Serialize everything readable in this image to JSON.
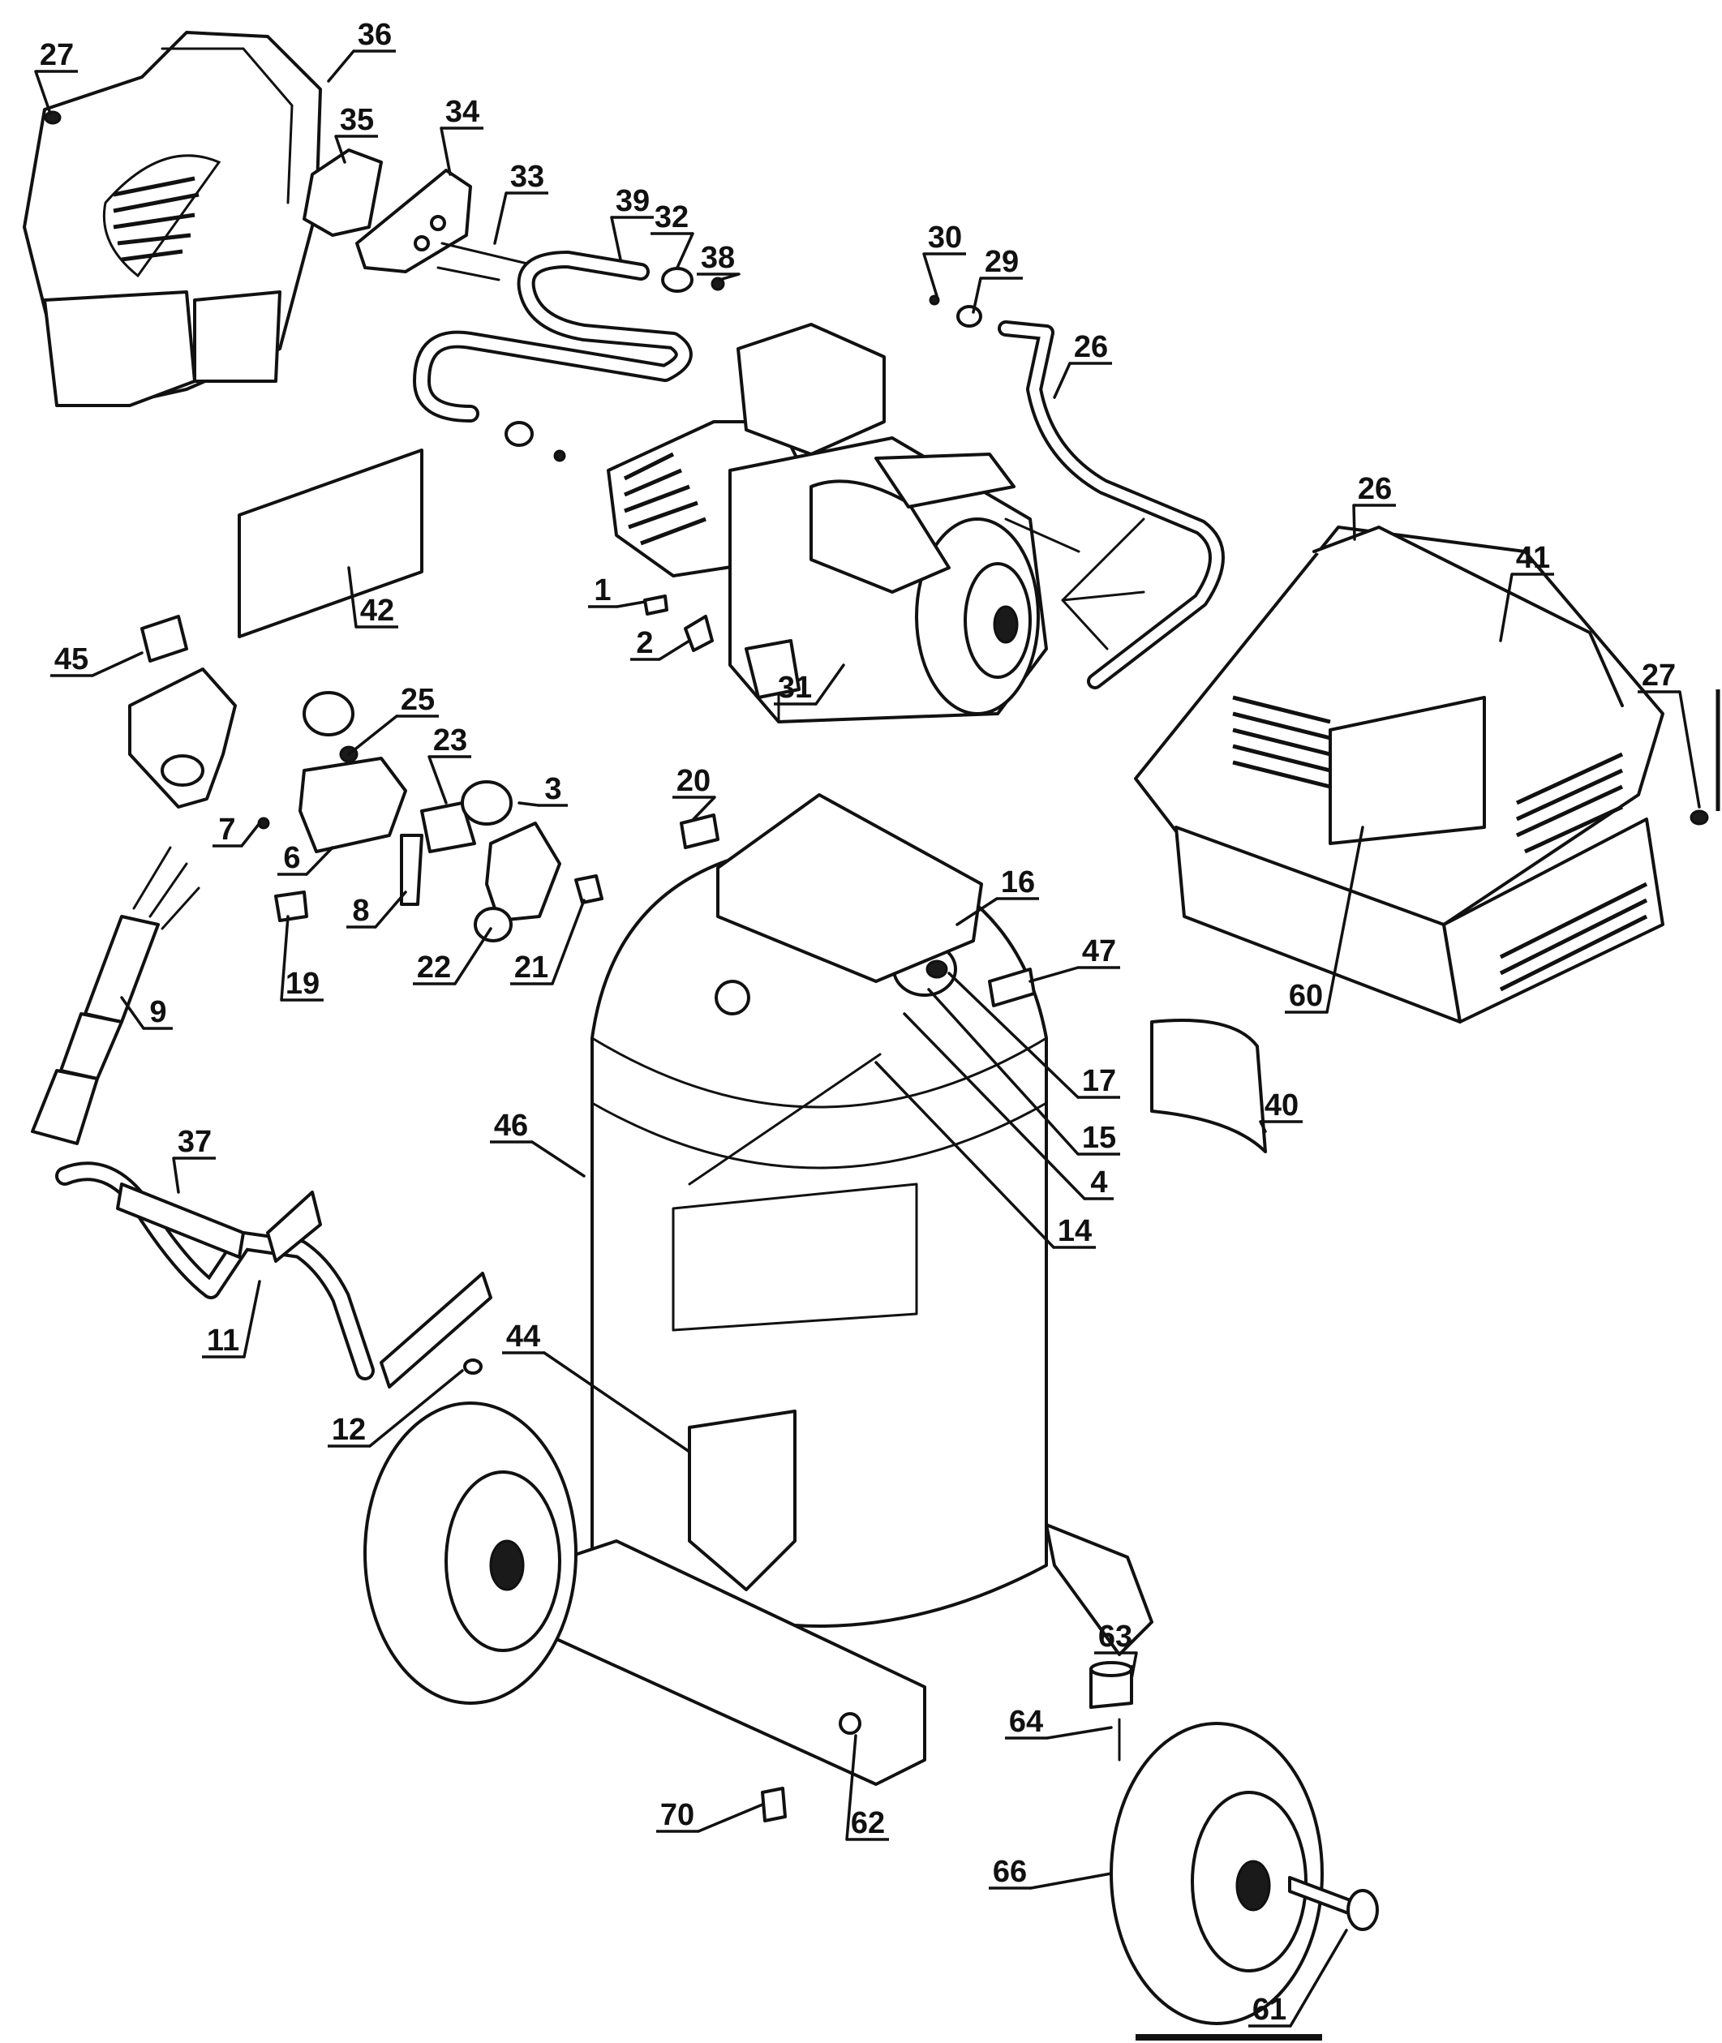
{
  "diagram": {
    "callouts": [
      {
        "id": "27-top",
        "label": "27"
      },
      {
        "id": "36",
        "label": "36"
      },
      {
        "id": "35",
        "label": "35"
      },
      {
        "id": "34",
        "label": "34"
      },
      {
        "id": "33",
        "label": "33"
      },
      {
        "id": "39",
        "label": "39"
      },
      {
        "id": "32",
        "label": "32"
      },
      {
        "id": "38",
        "label": "38"
      },
      {
        "id": "30",
        "label": "30"
      },
      {
        "id": "29",
        "label": "29"
      },
      {
        "id": "26-hose",
        "label": "26"
      },
      {
        "id": "26-shroud",
        "label": "26"
      },
      {
        "id": "41",
        "label": "41"
      },
      {
        "id": "27-right",
        "label": "27"
      },
      {
        "id": "42",
        "label": "42"
      },
      {
        "id": "1",
        "label": "1"
      },
      {
        "id": "2",
        "label": "2"
      },
      {
        "id": "31",
        "label": "31"
      },
      {
        "id": "45",
        "label": "45"
      },
      {
        "id": "25",
        "label": "25"
      },
      {
        "id": "23",
        "label": "23"
      },
      {
        "id": "3",
        "label": "3"
      },
      {
        "id": "7",
        "label": "7"
      },
      {
        "id": "6",
        "label": "6"
      },
      {
        "id": "8",
        "label": "8"
      },
      {
        "id": "22",
        "label": "22"
      },
      {
        "id": "21",
        "label": "21"
      },
      {
        "id": "20",
        "label": "20"
      },
      {
        "id": "16",
        "label": "16"
      },
      {
        "id": "47",
        "label": "47"
      },
      {
        "id": "60",
        "label": "60"
      },
      {
        "id": "19",
        "label": "19"
      },
      {
        "id": "9",
        "label": "9"
      },
      {
        "id": "17",
        "label": "17"
      },
      {
        "id": "40",
        "label": "40"
      },
      {
        "id": "15",
        "label": "15"
      },
      {
        "id": "4",
        "label": "4"
      },
      {
        "id": "14",
        "label": "14"
      },
      {
        "id": "46",
        "label": "46"
      },
      {
        "id": "37",
        "label": "37"
      },
      {
        "id": "11",
        "label": "11"
      },
      {
        "id": "12",
        "label": "12"
      },
      {
        "id": "44",
        "label": "44"
      },
      {
        "id": "63",
        "label": "63"
      },
      {
        "id": "64",
        "label": "64"
      },
      {
        "id": "70",
        "label": "70"
      },
      {
        "id": "62",
        "label": "62"
      },
      {
        "id": "66",
        "label": "66"
      },
      {
        "id": "61",
        "label": "61"
      }
    ]
  }
}
